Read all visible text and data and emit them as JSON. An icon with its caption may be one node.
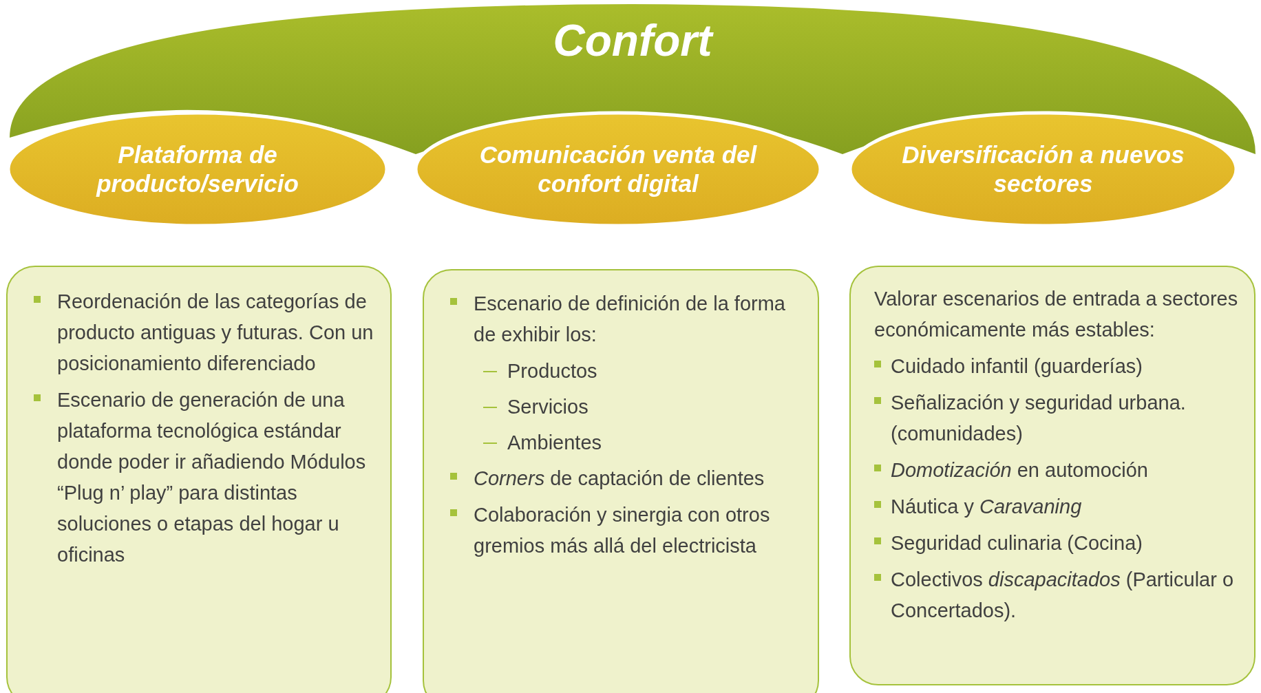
{
  "diagram": {
    "nodes": [
      {
        "text": [
          "Confort"
        ]
      },
      {
        "text": [
          "Plataforma de producto/servicio"
        ]
      },
      {
        "text": [
          "Comunicación venta del confort digital"
        ]
      },
      {
        "text": [
          "Diversificación a nuevos sectores"
        ]
      },
      {
        "text": [
          "Reordenación de las categorías de producto antiguas y futuras. Con un posicionamiento diferenciado",
          "Escenario de generación de una plataforma tecnológica estándar donde poder ir añadiendo Módulos “Plug n’ play” para distintas soluciones o etapas del hogar u oficinas"
        ]
      },
      {
        "text": [
          "Escenario de definición de la forma de exhibir los:",
          "Productos",
          "Servicios",
          "Ambientes",
          "*Corners* de captación de clientes",
          "Colaboración y sinergia con otros gremios más allá del electricista"
        ]
      },
      {
        "text": [
          "Valorar escenarios de entrada a sectores económicamente más estables:",
          "Cuidado infantil (guarderías)",
          "Señalización y seguridad urbana. (comunidades)",
          "*Domotización* en automoción",
          "Náutica y *Caravaning*",
          "Seguridad culinaria (Cocina)",
          "Colectivos *discapacitados* (Particular o Concertados)."
        ]
      }
    ],
    "edges": []
  }
}
